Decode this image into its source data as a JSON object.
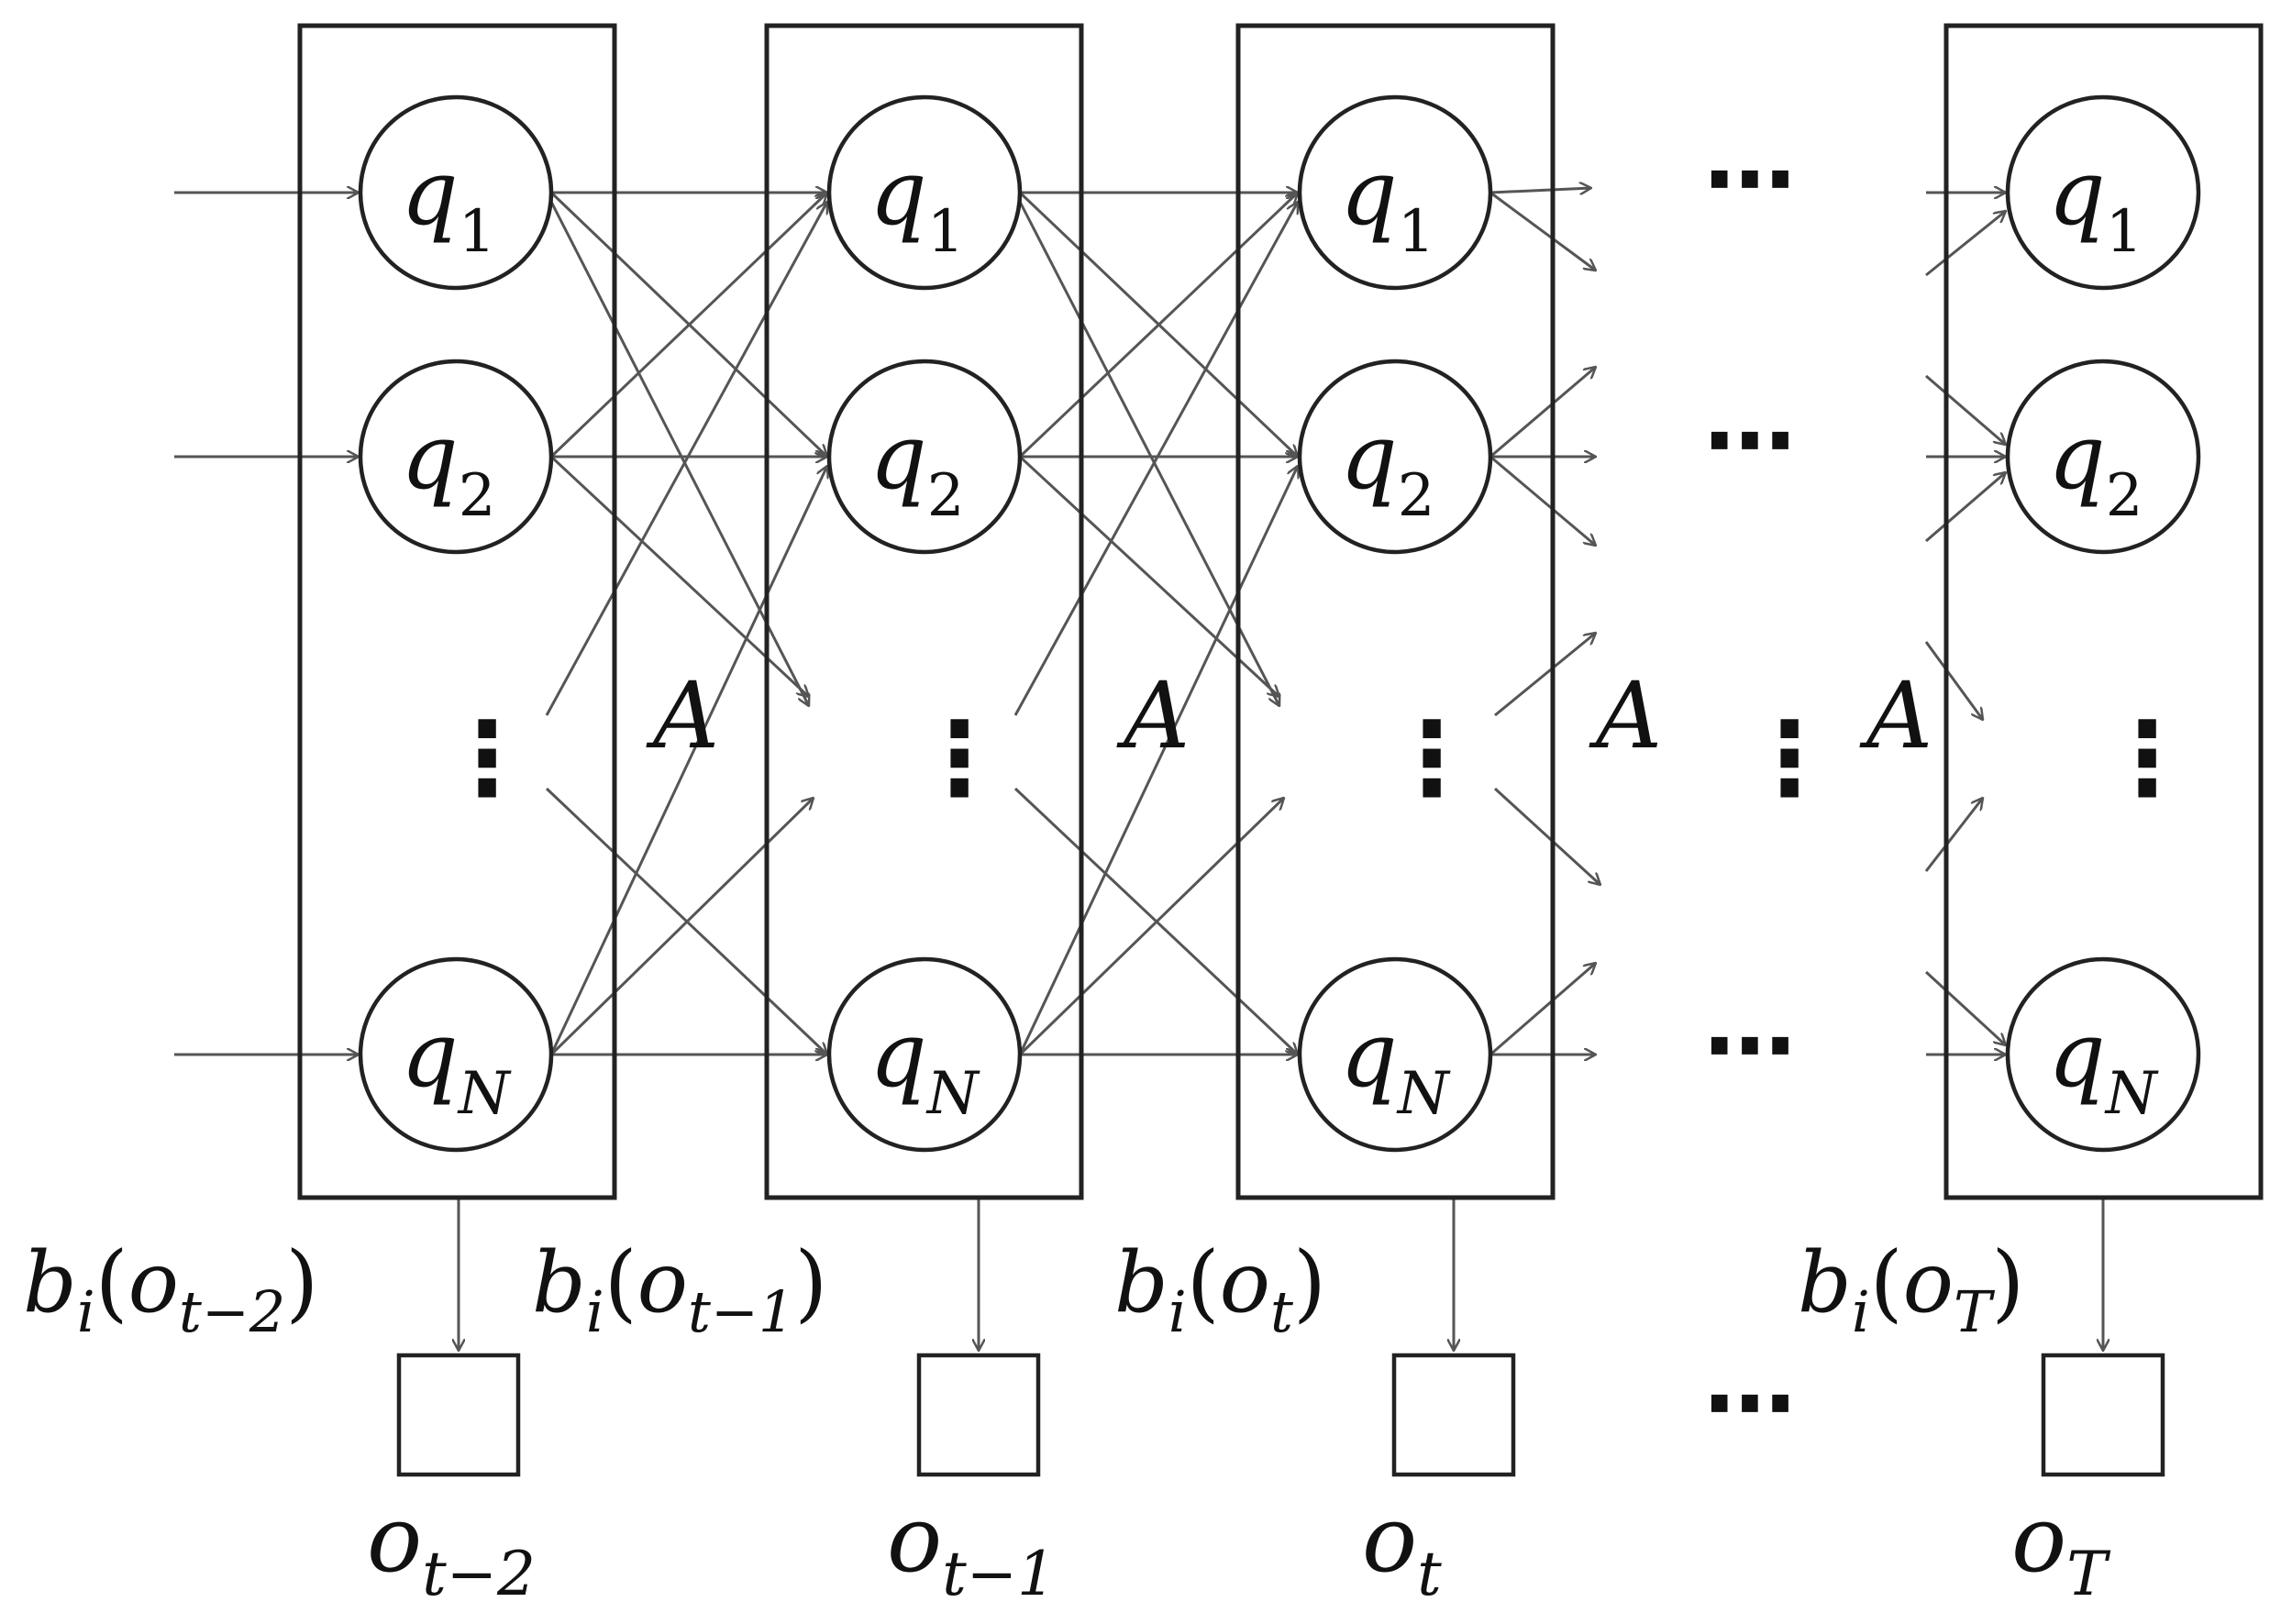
{
  "columns": [
    {
      "states": [
        "q₁",
        "q₂",
        "qN"
      ],
      "state_parts": [
        [
          "q",
          "1"
        ],
        [
          "q",
          "2"
        ],
        [
          "q",
          "N"
        ]
      ],
      "emission": {
        "base": "b",
        "sub": "i",
        "arg_base": "o",
        "arg_sub": "t−2"
      },
      "observation": {
        "base": "o",
        "sub": "t−2"
      }
    },
    {
      "states": [
        "q₁",
        "q₂",
        "qN"
      ],
      "state_parts": [
        [
          "q",
          "1"
        ],
        [
          "q",
          "2"
        ],
        [
          "q",
          "N"
        ]
      ],
      "emission": {
        "base": "b",
        "sub": "i",
        "arg_base": "o",
        "arg_sub": "t−1"
      },
      "observation": {
        "base": "o",
        "sub": "t−1"
      }
    },
    {
      "states": [
        "q₁",
        "q₂",
        "qN"
      ],
      "state_parts": [
        [
          "q",
          "1"
        ],
        [
          "q",
          "2"
        ],
        [
          "q",
          "N"
        ]
      ],
      "emission": {
        "base": "b",
        "sub": "i",
        "arg_base": "o",
        "arg_sub": "t"
      },
      "observation": {
        "base": "o",
        "sub": "t"
      }
    },
    {
      "states": [
        "q₁",
        "q₂",
        "qN"
      ],
      "state_parts": [
        [
          "q",
          "1"
        ],
        [
          "q",
          "2"
        ],
        [
          "q",
          "N"
        ]
      ],
      "emission": {
        "base": "b",
        "sub": "i",
        "arg_base": "o",
        "arg_sub": "T"
      },
      "observation": {
        "base": "o",
        "sub": "T"
      }
    }
  ],
  "transition_label": "A",
  "vertical_ellipsis": "⋮",
  "horizontal_ellipsis": "⋯"
}
